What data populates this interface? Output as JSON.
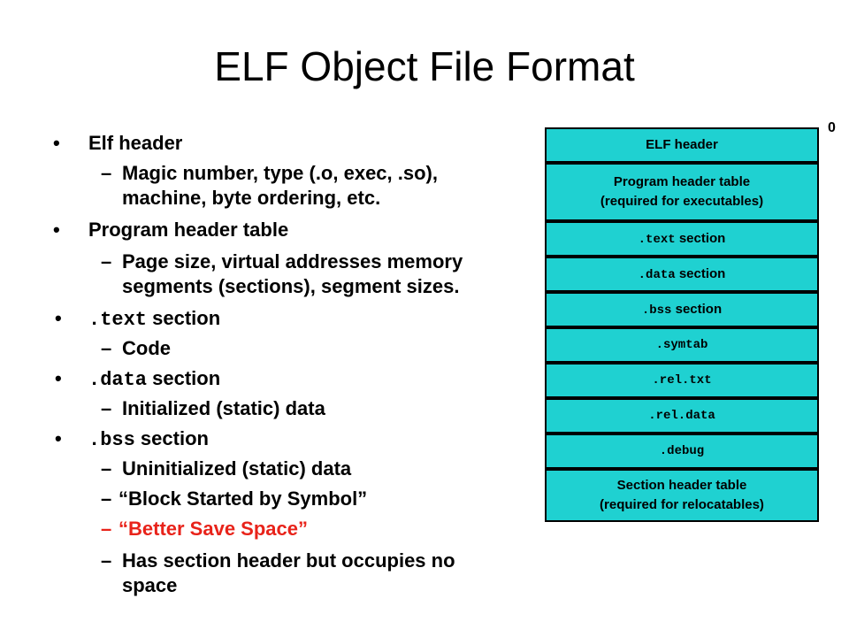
{
  "slide": {
    "title": "ELF Object File Format"
  },
  "bullets": {
    "elf_header": {
      "label": "Elf header",
      "sub1_line1": "Magic number, type (.o, exec, .so),",
      "sub1_line2": "machine, byte ordering, etc."
    },
    "program_header": {
      "label": "Program header table",
      "sub1_line1": "Page size, virtual addresses memory",
      "sub1_line2": "segments (sections), segment sizes."
    },
    "text_section": {
      "code": ".text",
      "label": " section",
      "sub1": "Code"
    },
    "data_section": {
      "code": ".data",
      "label": " section",
      "sub1": "Initialized (static) data"
    },
    "bss_section": {
      "code": ".bss",
      "label": " section",
      "sub1": "Uninitialized (static) data",
      "sub2": "“Block Started by Symbol”",
      "sub3": "“Better Save Space”",
      "sub4_line1": "Has section header but occupies no",
      "sub4_line2": "space"
    },
    "bullet_char": "•",
    "dash_char": "–"
  },
  "diagram": {
    "offset_label": "0",
    "fill_color": "#1fd1d1",
    "blocks": {
      "elf_header": "ELF header",
      "program_header_line1": "Program header table",
      "program_header_line2": "(required for executables)",
      "text_code": ".text",
      "text_label": " section",
      "data_code": ".data",
      "data_label": " section",
      "bss_code": ".bss",
      "bss_label": " section",
      "symtab": ".symtab",
      "rel_txt": ".rel.txt",
      "rel_data": ".rel.data",
      "debug": ".debug",
      "section_header_line1": "Section header table",
      "section_header_line2": "(required for relocatables)"
    }
  },
  "colors": {
    "highlight": "#e8231a"
  }
}
